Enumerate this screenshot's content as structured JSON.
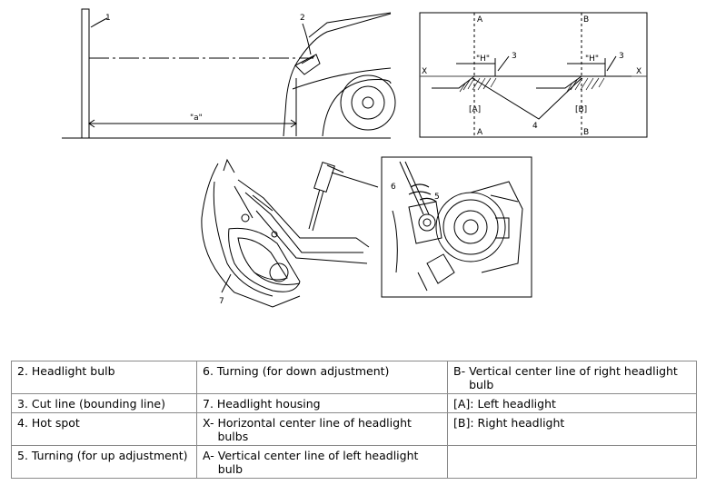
{
  "diagram": {
    "labels": {
      "l1": "1",
      "l2": "2",
      "l3a": "3",
      "l3b": "3",
      "l4": "4",
      "l5": "5",
      "l6": "6",
      "l7": "7",
      "a_dim": "\"a\"",
      "A_top": "A",
      "A_bottom": "A",
      "B_top": "B",
      "B_bottom": "B",
      "X_left": "X",
      "X_right": "X",
      "H_left": "\"H\"",
      "H_right": "\"H\"",
      "bracket_A": "[A]",
      "bracket_B": "[B]"
    }
  },
  "legend": {
    "rows": [
      [
        {
          "key": "2. ",
          "text": "Headlight bulb"
        },
        {
          "key": "6. ",
          "text": "Turning (for down adjustment)"
        },
        {
          "key": "B- ",
          "text": "Vertical center line of right headlight bulb"
        }
      ],
      [
        {
          "key": "3. ",
          "text": "Cut line (bounding line)"
        },
        {
          "key": "7. ",
          "text": "Headlight housing"
        },
        {
          "key": "[A]: ",
          "text": "Left headlight"
        }
      ],
      [
        {
          "key": "4. ",
          "text": "Hot spot"
        },
        {
          "key": "X- ",
          "text": "Horizontal center line of headlight bulbs"
        },
        {
          "key": "[B]: ",
          "text": "Right headlight"
        }
      ],
      [
        {
          "key": "5. ",
          "text": "Turning (for up adjustment)"
        },
        {
          "key": "A- ",
          "text": "Vertical center line of left headlight bulb"
        },
        {
          "key": "",
          "text": ""
        }
      ]
    ]
  }
}
